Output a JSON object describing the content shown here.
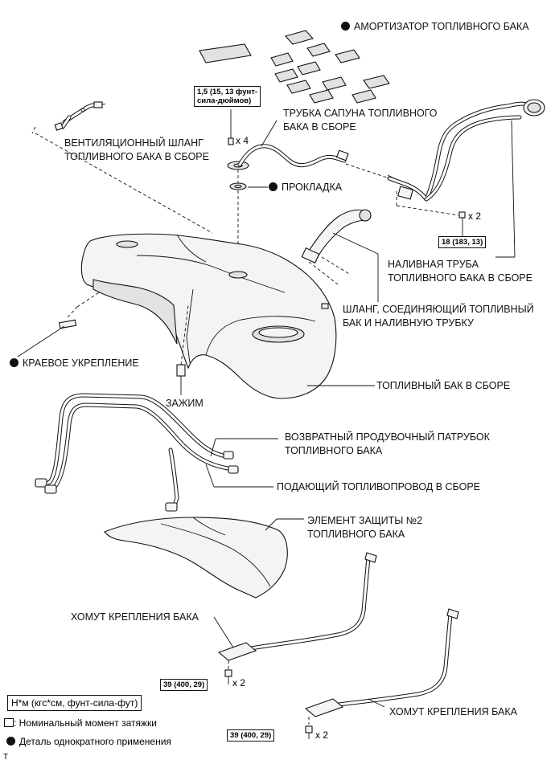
{
  "labels": {
    "absorber": "АМОРТИЗАТОР ТОПЛИВНОГО БАКА",
    "breather_tube": "ТРУБКА САПУНА ТОПЛИВНОГО\nБАКА В СБОРЕ",
    "vent_hose": "ВЕНТИЛЯЦИОННЫЙ ШЛАНГ\nТОПЛИВНОГО БАКА В СБОРЕ",
    "gasket": "ПРОКЛАДКА",
    "filler_pipe": "НАЛИВНАЯ ТРУБА\nТОПЛИВНОГО БАКА В СБОРЕ",
    "filler_hose": "ШЛАНГ, СОЕДИНЯЮЩИЙ ТОПЛИВНЫЙ\nБАК И НАЛИВНУЮ ТРУБКУ",
    "edge_clip": "КРАЕВОЕ УКРЕПЛЕНИЕ",
    "clamp": "ЗАЖИМ",
    "tank": "ТОПЛИВНЫЙ БАК В СБОРЕ",
    "return_tube": "ВОЗВРАТНЫЙ ПРОДУВОЧНЫЙ ПАТРУБОК\nТОПЛИВНОГО БАКА",
    "main_tube": "ПОДАЮЩИЙ ТОПЛИВОПРОВОД В СБОРЕ",
    "protector": "ЭЛЕМЕНТ ЗАЩИТЫ №2\nТОПЛИВНОГО БАКА",
    "band_1": "ХОМУТ КРЕПЛЕНИЯ БАКА",
    "band_2": "ХОМУТ КРЕПЛЕНИЯ БАКА"
  },
  "torques": {
    "gauge_screw": "1,5 (15, 13 фунт-\nсила-дюймов)",
    "filler_bolt": "18 (183, 13)",
    "band_bolt_1": "39 (400, 29)",
    "band_bolt_2": "39 (400, 29)"
  },
  "multipliers": {
    "gauge_screw": "x 4",
    "filler_bolt": "x 2",
    "band_bolt_1": "x 2",
    "band_bolt_2": "x 2"
  },
  "legend": {
    "units": "Н*м (кгс*см, фунт-сила-фут)",
    "torque_note": ": Номинальный момент затяжки",
    "nonreusable_note": "Деталь однократного применения"
  },
  "corner_mark": "T",
  "colors": {
    "ink": "#111111",
    "paper": "#ffffff"
  }
}
